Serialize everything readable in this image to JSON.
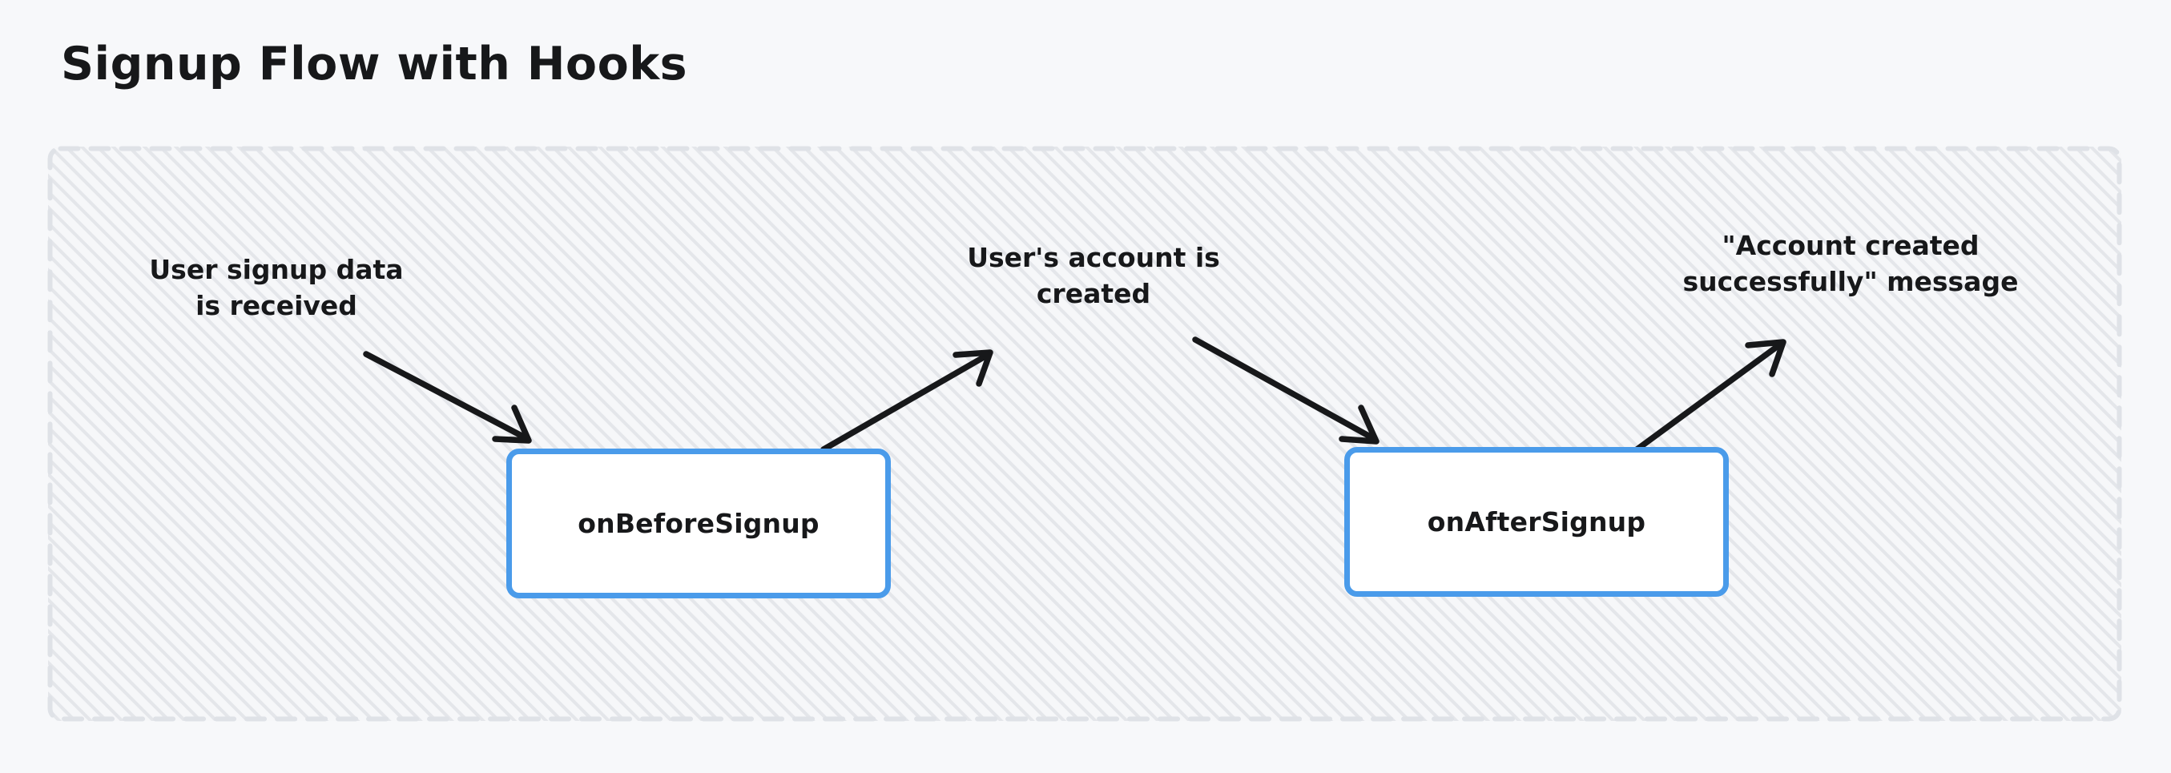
{
  "page": {
    "background_color": "#f7f8fa",
    "title": "Signup Flow with Hooks"
  },
  "group": {
    "name": "signup-flow-group",
    "border_style": "dashed",
    "border_color": "#dfe2e7",
    "fill_pattern": "diagonal-hatch",
    "fill_color": "#f6f7f9"
  },
  "nodes": [
    {
      "id": "on-before-signup",
      "label": "onBeforeSignup",
      "border_color": "#4a9bea",
      "fill_color": "#ffffff"
    },
    {
      "id": "on-after-signup",
      "label": "onAfterSignup",
      "border_color": "#4a9bea",
      "fill_color": "#ffffff"
    }
  ],
  "annotations": [
    {
      "id": "signup-data-received",
      "lines": [
        "User signup data",
        "is received"
      ],
      "text": "User signup data\nis received"
    },
    {
      "id": "account-created",
      "lines": [
        "User's account is",
        "created"
      ],
      "text": "User's account is\ncreated"
    },
    {
      "id": "success-message",
      "lines": [
        "\"Account created",
        "successfully\" message"
      ],
      "text": "\"Account created\nsuccessfully\" message"
    }
  ],
  "arrows": [
    {
      "id": "arrow-input-to-before",
      "from": "signup-data-received",
      "to": "on-before-signup",
      "color": "#17181a"
    },
    {
      "id": "arrow-before-to-account",
      "from": "on-before-signup",
      "to": "account-created",
      "color": "#17181a"
    },
    {
      "id": "arrow-account-to-after",
      "from": "account-created",
      "to": "on-after-signup",
      "color": "#17181a"
    },
    {
      "id": "arrow-after-to-message",
      "from": "on-after-signup",
      "to": "success-message",
      "color": "#17181a"
    }
  ]
}
